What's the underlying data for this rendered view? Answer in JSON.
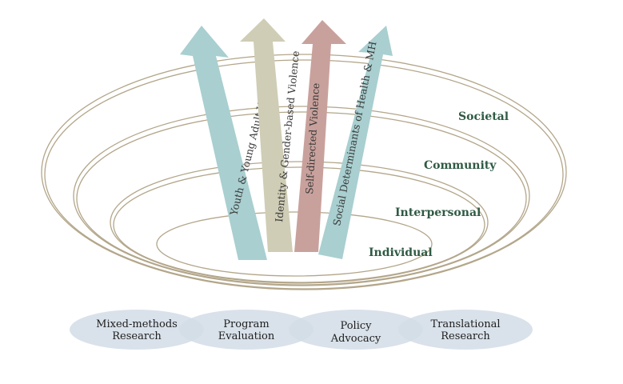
{
  "levels": [
    "Societal",
    "Community",
    "Interpersonal",
    "Individual"
  ],
  "arrows": [
    {
      "label": "Youth & Young Adult Violence",
      "color": "#a9cfd0"
    },
    {
      "label": "Identity & Gender-based Violence",
      "color": "#cfcdb5"
    },
    {
      "label": "Self-directed Violence",
      "color": "#c9a19c"
    },
    {
      "label": "Social Determinants of Health & MH",
      "color": "#a9cfd0"
    }
  ],
  "methods": [
    {
      "line1": "Mixed-methods",
      "line2": "Research"
    },
    {
      "line1": "Program",
      "line2": "Evaluation"
    },
    {
      "line1": "Policy",
      "line2": "Advocacy"
    },
    {
      "line1": "Translational",
      "line2": "Research"
    }
  ],
  "colors": {
    "ring": "#b3a68a",
    "level_text": "#2f5a44",
    "method_fill": "#d2dde6"
  }
}
